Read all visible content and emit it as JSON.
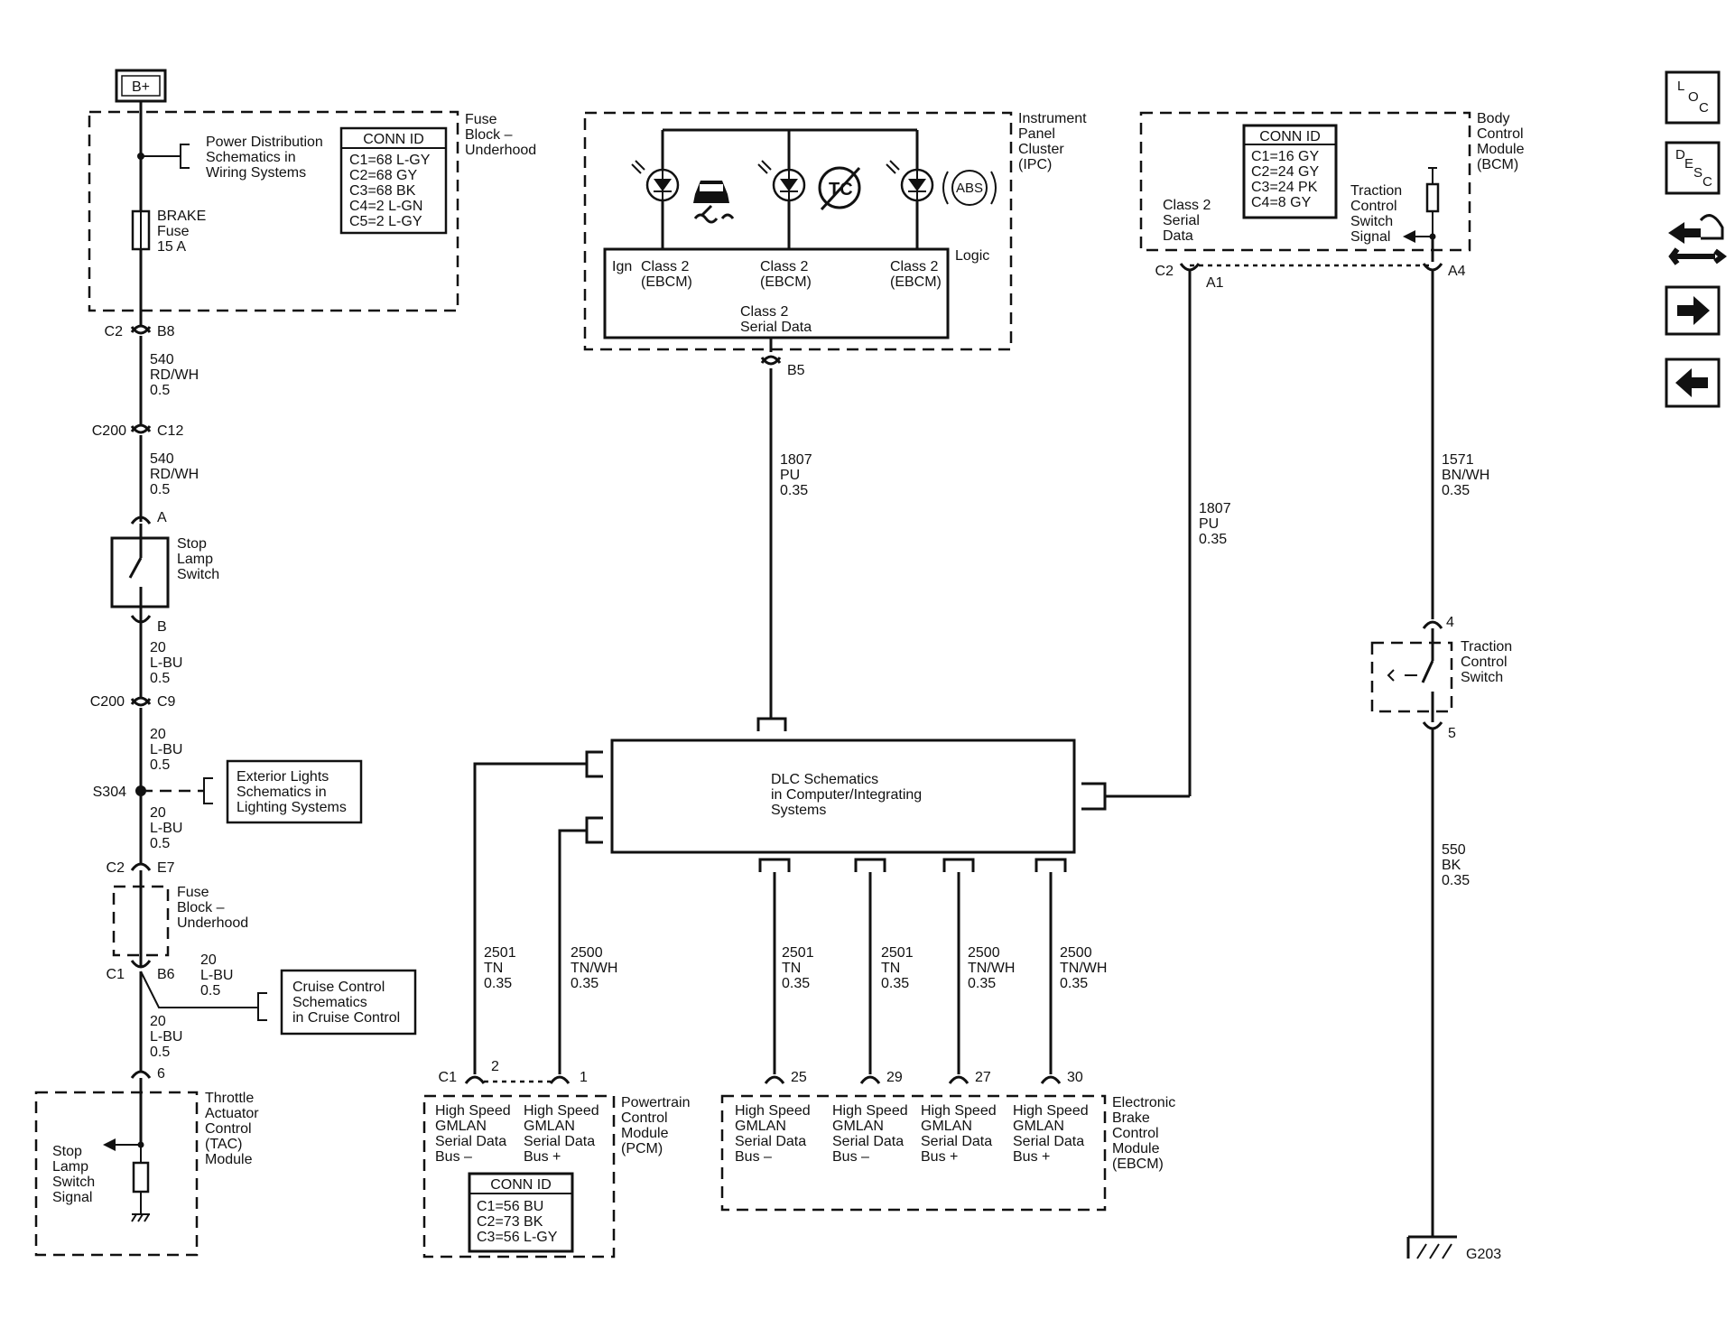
{
  "power": {
    "bplus": "B+"
  },
  "fuse_block_top": {
    "title": [
      "Fuse",
      "Block –",
      "Underhood"
    ],
    "power_dist": [
      "Power Distribution",
      "Schematics in",
      "Wiring Systems"
    ],
    "conn_id_title": "CONN ID",
    "conn_ids": [
      "C1=68 L-GY",
      "C2=68 GY",
      "C3=68 BK",
      "C4=2 L-GN",
      "C5=2 L-GY"
    ],
    "fuse_label": [
      "BRAKE",
      "Fuse",
      "15 A"
    ]
  },
  "left_circuit": {
    "c2": "C2",
    "b8": "B8",
    "wire1": [
      "540",
      "RD/WH",
      "0.5"
    ],
    "c200a": "C200",
    "c12": "C12",
    "wire2": [
      "540",
      "RD/WH",
      "0.5"
    ],
    "pin_a": "A",
    "stop_lamp_switch": [
      "Stop",
      "Lamp",
      "Switch"
    ],
    "pin_b": "B",
    "wire3": [
      "20",
      "L-BU",
      "0.5"
    ],
    "c200b": "C200",
    "c9": "C9",
    "wire4": [
      "20",
      "L-BU",
      "0.5"
    ],
    "s304": "S304",
    "exterior_lights": [
      "Exterior Lights",
      "Schematics in",
      "Lighting Systems"
    ],
    "wire5": [
      "20",
      "L-BU",
      "0.5"
    ],
    "c2b": "C2",
    "e7": "E7",
    "fuse_block_small": [
      "Fuse",
      "Block –",
      "Underhood"
    ],
    "c1": "C1",
    "b6": "B6",
    "wire6": [
      "20",
      "L-BU",
      "0.5"
    ],
    "cruise": [
      "Cruise Control",
      "Schematics",
      "in Cruise Control"
    ],
    "wire7": [
      "20",
      "L-BU",
      "0.5"
    ],
    "pin6": "6",
    "tac": [
      "Throttle",
      "Actuator",
      "Control",
      "(TAC)",
      "Module"
    ],
    "stop_lamp_signal": [
      "Stop",
      "Lamp",
      "Switch",
      "Signal"
    ]
  },
  "ipc": {
    "title": [
      "Instrument",
      "Panel",
      "Cluster",
      "(IPC)"
    ],
    "logic": "Logic",
    "ign": "Ign",
    "class2_a": [
      "Class 2",
      "(EBCM)"
    ],
    "class2_b": [
      "Class 2",
      "(EBCM)"
    ],
    "class2_c": [
      "Class 2",
      "(EBCM)"
    ],
    "serial": [
      "Class 2",
      "Serial Data"
    ],
    "abs": "ABS",
    "b5": "B5",
    "wire": [
      "1807",
      "PU",
      "0.35"
    ]
  },
  "bcm": {
    "title": [
      "Body",
      "Control",
      "Module",
      "(BCM)"
    ],
    "conn_id_title": "CONN ID",
    "conn_ids": [
      "C1=16 GY",
      "C2=24 GY",
      "C3=24 PK",
      "C4=8 GY"
    ],
    "class2": [
      "Class 2",
      "Serial",
      "Data"
    ],
    "tc_signal": [
      "Traction",
      "Control",
      "Switch",
      "Signal"
    ],
    "c2": "C2",
    "a1": "A1",
    "a4": "A4",
    "wire_a1": [
      "1807",
      "PU",
      "0.35"
    ],
    "wire_a4": [
      "1571",
      "BN/WH",
      "0.35"
    ]
  },
  "traction_switch": {
    "pin4": "4",
    "label": [
      "Traction",
      "Control",
      "Switch"
    ],
    "pin5": "5",
    "wire": [
      "550",
      "BK",
      "0.35"
    ],
    "ground": "G203"
  },
  "dlc": {
    "label": [
      "DLC Schematics",
      "in Computer/Integrating",
      "Systems"
    ]
  },
  "pcm": {
    "wire_l": [
      "2501",
      "TN",
      "0.35"
    ],
    "wire_r": [
      "2500",
      "TN/WH",
      "0.35"
    ],
    "c1": "C1",
    "pin2": "2",
    "pin1": "1",
    "bus_minus": [
      "High Speed",
      "GMLAN",
      "Serial Data",
      "Bus –"
    ],
    "bus_plus": [
      "High Speed",
      "GMLAN",
      "Serial Data",
      "Bus +"
    ],
    "title": [
      "Powertrain",
      "Control",
      "Module",
      "(PCM)"
    ],
    "conn_id_title": "CONN ID",
    "conn_ids": [
      "C1=56 BU",
      "C2=73 BK",
      "C3=56 L-GY"
    ]
  },
  "ebcm": {
    "wire_25": [
      "2501",
      "TN",
      "0.35"
    ],
    "wire_29": [
      "2501",
      "TN",
      "0.35"
    ],
    "wire_27": [
      "2500",
      "TN/WH",
      "0.35"
    ],
    "wire_30": [
      "2500",
      "TN/WH",
      "0.35"
    ],
    "pins": [
      "25",
      "29",
      "27",
      "30"
    ],
    "bus1": [
      "High Speed",
      "GMLAN",
      "Serial Data",
      "Bus –"
    ],
    "bus2": [
      "High Speed",
      "GMLAN",
      "Serial Data",
      "Bus –"
    ],
    "bus3": [
      "High Speed",
      "GMLAN",
      "Serial Data",
      "Bus +"
    ],
    "bus4": [
      "High Speed",
      "GMLAN",
      "Serial Data",
      "Bus +"
    ],
    "title": [
      "Electronic",
      "Brake",
      "Control",
      "Module",
      "(EBCM)"
    ]
  },
  "nav": {
    "loc": [
      "L",
      "O",
      "C"
    ],
    "desc": [
      "D",
      "E",
      "S",
      "C"
    ],
    "icons": [
      "connector-tool-icon",
      "arrow-right-icon",
      "arrow-left-icon"
    ]
  }
}
